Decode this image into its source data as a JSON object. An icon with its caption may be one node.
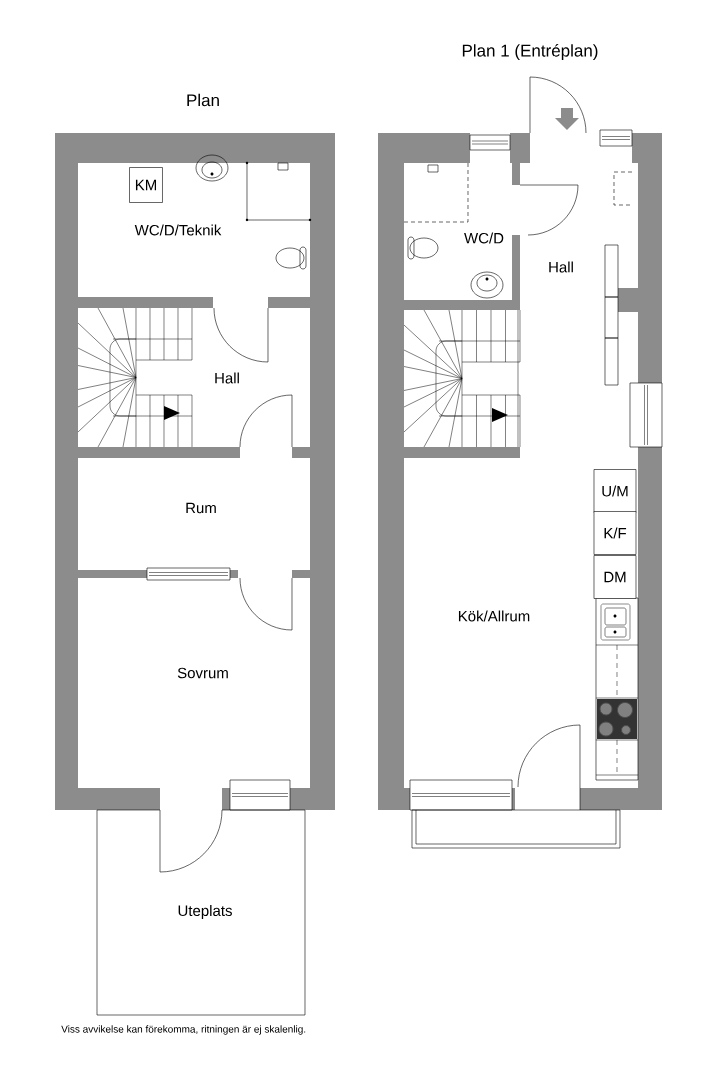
{
  "diagram": {
    "caption": "Viss avvikelse kan förekomma, ritningen är ej skalenlig.",
    "nodes": [
      {
        "text": [
          "KM"
        ]
      },
      {
        "text": [
          "U/M"
        ]
      },
      {
        "text": [
          "K/F"
        ]
      },
      {
        "text": [
          "DM"
        ]
      }
    ],
    "labels": [
      "Plan",
      "Plan 1 (Entréplan)",
      "WC/D/Teknik",
      "Hall",
      "Rum",
      "Sovrum",
      "Uteplats",
      "WC/D",
      "Hall",
      "Kök/Allrum"
    ]
  }
}
